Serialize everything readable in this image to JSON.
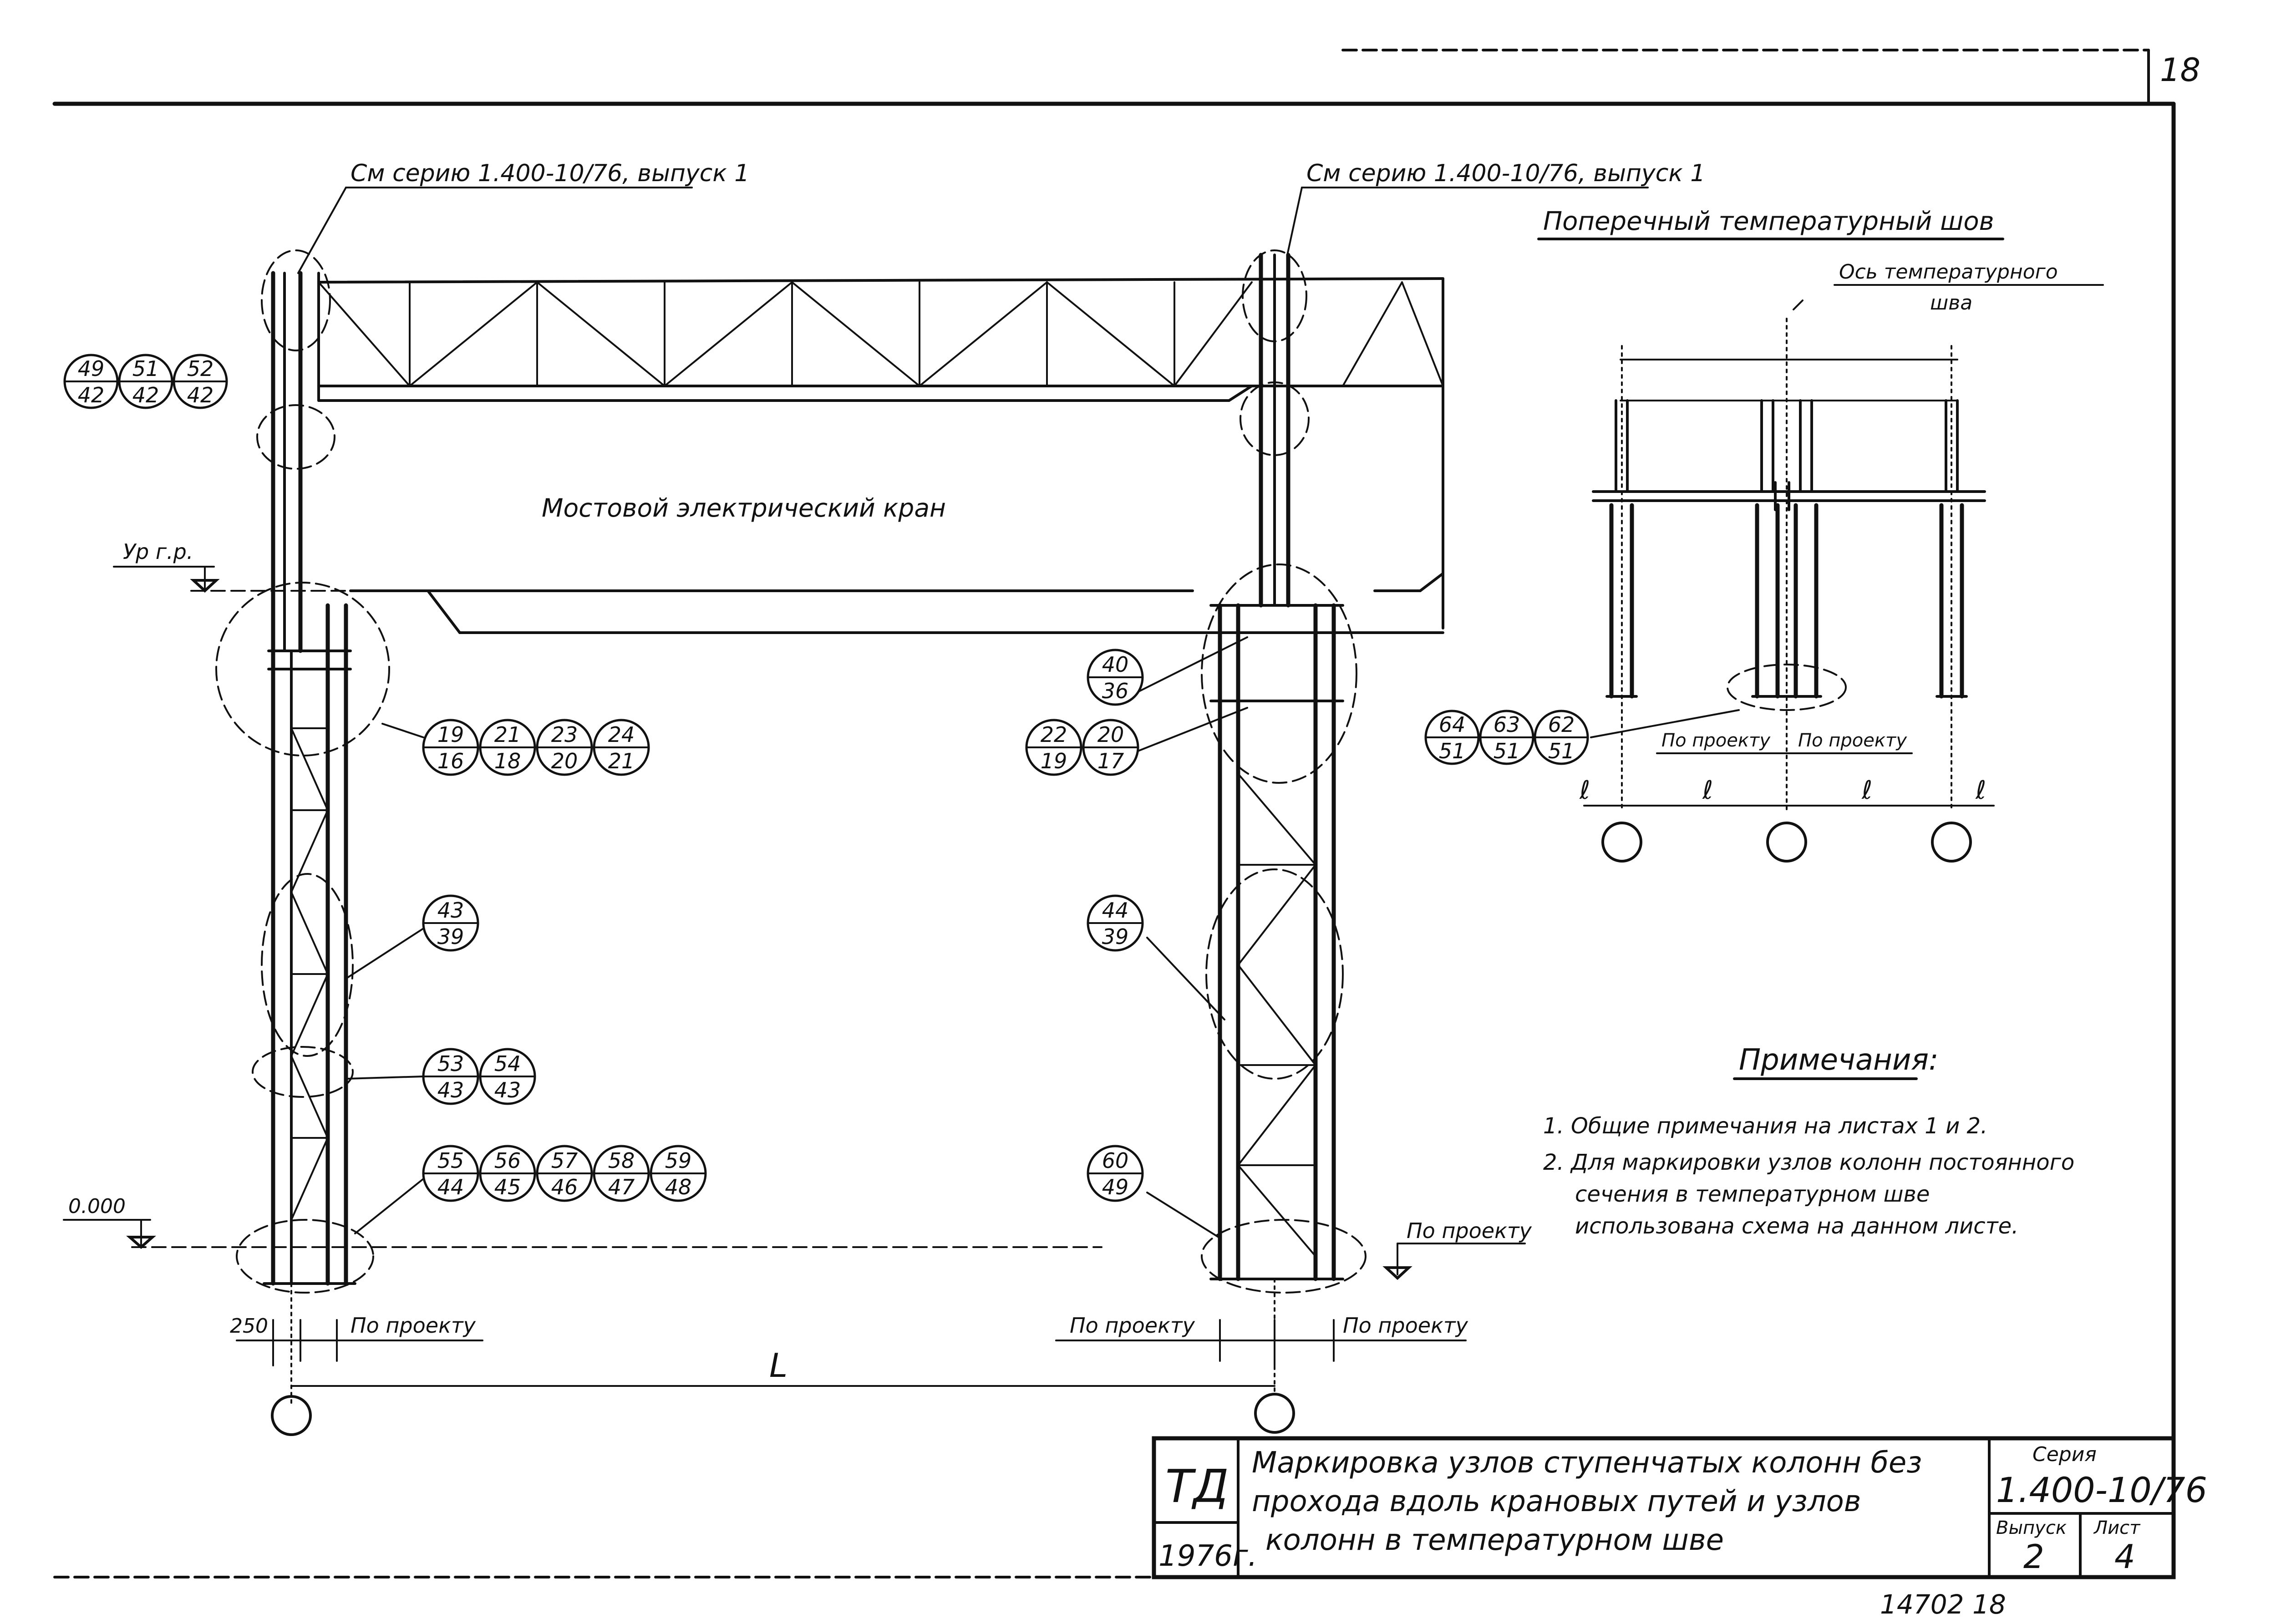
{
  "page_number": "18",
  "bottom_stamp": "14702  18",
  "callouts": {
    "left_top": "См серию 1.400-10/76, выпуск 1",
    "right_top": "См серию 1.400-10/76, выпуск 1"
  },
  "crane_label": "Мостовой электрический кран",
  "level_crane": "Ур г.р.",
  "level_zero": "0.000",
  "dim_250": "250",
  "dim_L": "L",
  "po_proektu": "По проекту",
  "joint": {
    "title": "Поперечный температурный шов",
    "axis_label_1": "Ось температурного",
    "axis_label_2": "шва",
    "dim_l": "ℓ"
  },
  "marks": {
    "a": [
      {
        "top": "49",
        "bottom": "42"
      },
      {
        "top": "51",
        "bottom": "42"
      },
      {
        "top": "52",
        "bottom": "42"
      }
    ],
    "b": [
      {
        "top": "19",
        "bottom": "16"
      },
      {
        "top": "21",
        "bottom": "18"
      },
      {
        "top": "23",
        "bottom": "20"
      },
      {
        "top": "24",
        "bottom": "21"
      }
    ],
    "c": [
      {
        "top": "43",
        "bottom": "39"
      }
    ],
    "d": [
      {
        "top": "53",
        "bottom": "43"
      },
      {
        "top": "54",
        "bottom": "43"
      }
    ],
    "e": [
      {
        "top": "55",
        "bottom": "44"
      },
      {
        "top": "56",
        "bottom": "45"
      },
      {
        "top": "57",
        "bottom": "46"
      },
      {
        "top": "58",
        "bottom": "47"
      },
      {
        "top": "59",
        "bottom": "48"
      }
    ],
    "f": [
      {
        "top": "40",
        "bottom": "36"
      }
    ],
    "g": [
      {
        "top": "22",
        "bottom": "19"
      },
      {
        "top": "20",
        "bottom": "17"
      }
    ],
    "h": [
      {
        "top": "44",
        "bottom": "39"
      }
    ],
    "i": [
      {
        "top": "60",
        "bottom": "49"
      }
    ],
    "j": [
      {
        "top": "64",
        "bottom": "51"
      },
      {
        "top": "63",
        "bottom": "51"
      },
      {
        "top": "62",
        "bottom": "51"
      }
    ]
  },
  "notes": {
    "title": "Примечания:",
    "items": [
      "1.  Общие  примечания  на  листах  1 и 2.",
      "2.  Для  маркировки  узлов  колонн  постоянного",
      "сечения  в  температурном  шве",
      "использована  схема  на  данном  листе."
    ]
  },
  "title_block": {
    "org": "ТД",
    "year": "1976г.",
    "title_lines": [
      "Маркировка  узлов  ступенчатых  колонн  без",
      "прохода  вдоль  крановых  путей  и  узлов",
      "колонн     в     температурном     шве"
    ],
    "series_label": "Серия",
    "series_value": "1.400-10/76",
    "issue_label": "Выпуск",
    "issue_value": "2",
    "sheet_label": "Лист",
    "sheet_value": "4"
  }
}
